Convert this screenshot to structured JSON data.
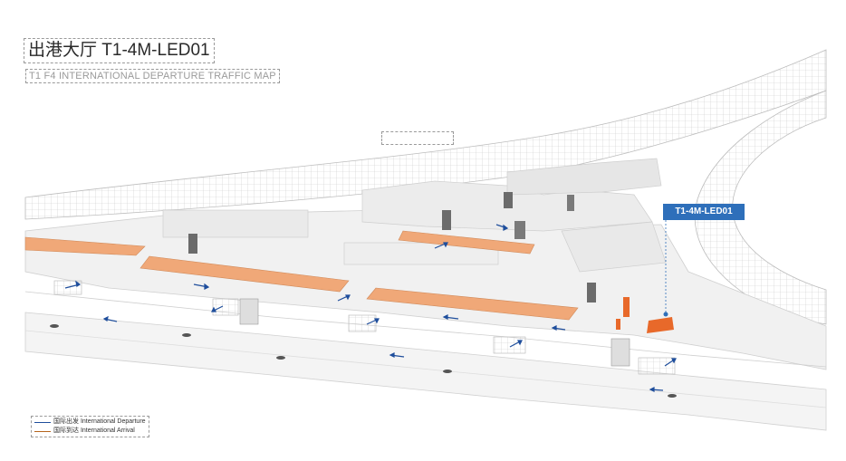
{
  "title": "出港大厅  T1-4M-LED01",
  "subtitle": "T1 F4 INTERNATIONAL DEPARTURE TRAFFIC MAP",
  "callout_label": "T1-4M-LED01",
  "legend": [
    {
      "label": "国际出发 International Departure",
      "color": "#1f4e9c"
    },
    {
      "label": "国际到达 International Arrival",
      "color": "#b5651d"
    }
  ],
  "colors": {
    "departure": "#1f4e9c",
    "arrival": "#b5651d",
    "counter": "#f0a878",
    "highlight": "#e8692a",
    "callout": "#2e6fba"
  },
  "icons": [
    "arrow-icon",
    "location-pin-icon"
  ]
}
